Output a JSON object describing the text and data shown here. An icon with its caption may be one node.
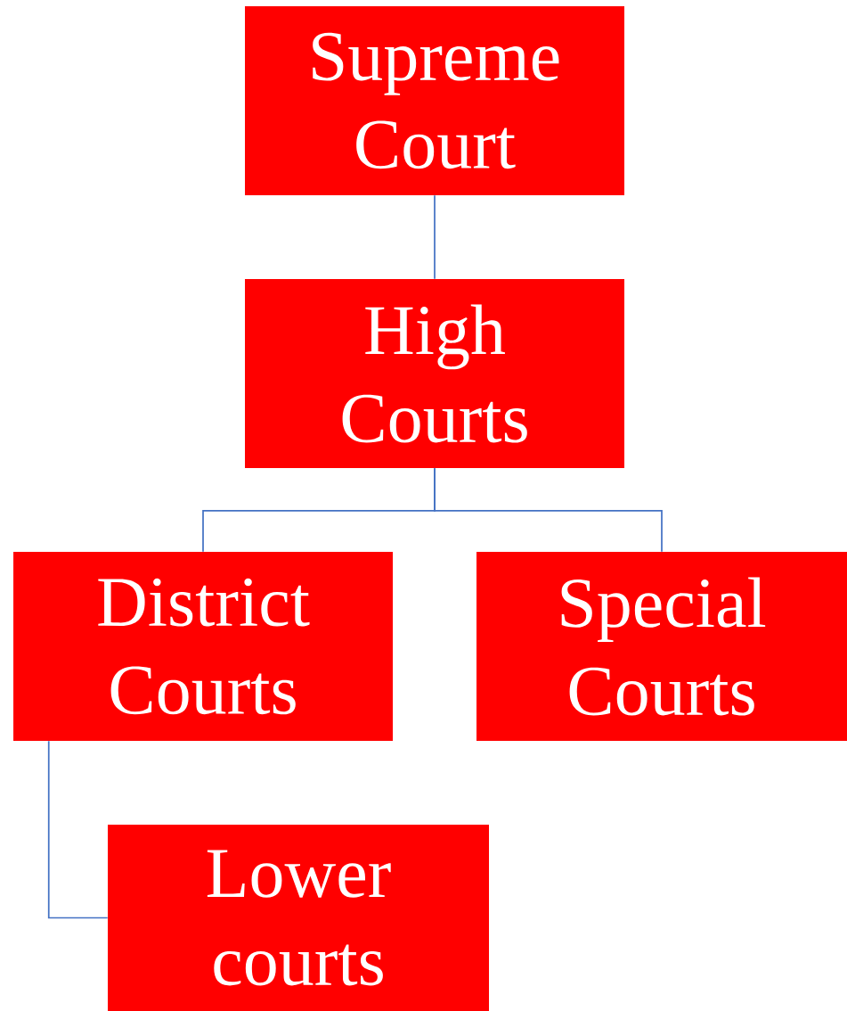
{
  "diagram": {
    "nodes": [
      {
        "text": [
          "Supreme Court"
        ]
      },
      {
        "text": [
          "High Courts"
        ]
      },
      {
        "text": [
          "District Courts"
        ]
      },
      {
        "text": [
          "Special Courts"
        ]
      },
      {
        "text": [
          "Lower courts"
        ]
      }
    ],
    "edges": [
      {
        "from": 0,
        "to": 1,
        "arrow": "none"
      },
      {
        "from": 1,
        "to": 2,
        "arrow": "none"
      },
      {
        "from": 1,
        "to": 3,
        "arrow": "none"
      },
      {
        "from": 2,
        "to": 4,
        "arrow": "none"
      }
    ]
  }
}
